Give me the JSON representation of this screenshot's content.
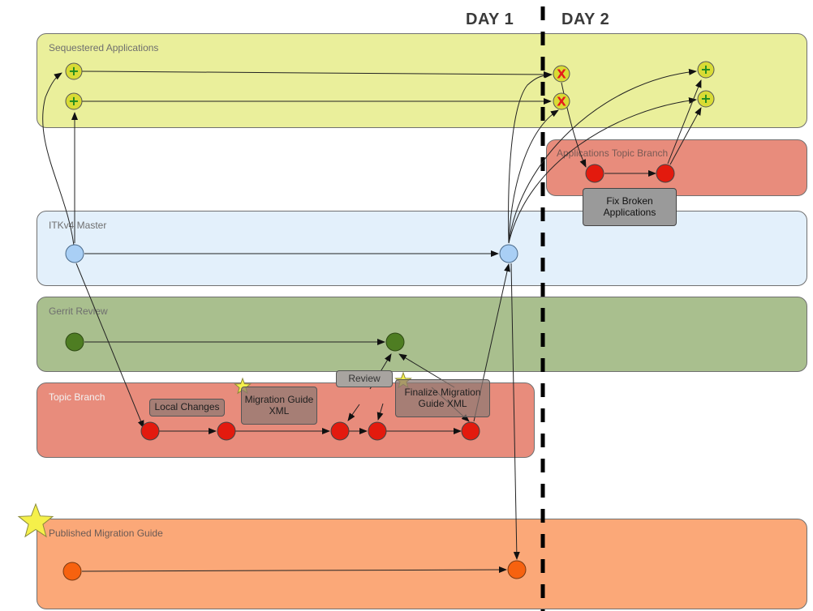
{
  "days": {
    "day1": "DAY 1",
    "day2": "DAY 2"
  },
  "lanes": {
    "sequestered": "Sequestered Applications",
    "apps_topic": "Applications Topic Branch",
    "master": "ITKv4 Master",
    "gerrit": "Gerrit Review",
    "topic": "Topic Branch",
    "published": "Published Migration Guide"
  },
  "notes": {
    "local_changes": "Local Changes",
    "migration_guide_l1": "Migration Guide",
    "migration_guide_l2": "XML",
    "review": "Review",
    "finalize_l1": "Finalize Migration",
    "finalize_l2": "Guide XML",
    "fix_l1": "Fix Broken",
    "fix_l2": "Applications"
  },
  "glyphs": {
    "plus": "+",
    "cross": "X"
  },
  "colors": {
    "sequestered": "#eaef9b",
    "apps_topic": "#e88c7c",
    "master": "#e3f0fb",
    "gerrit": "#a9bf8e",
    "topic": "#e88c7c",
    "published": "#fba878",
    "red_node": "#e31a0e",
    "blue_node": "#a9cff5",
    "green_node": "#4e7d22",
    "orange_node": "#f7620f",
    "yellow_node": "#d9db35",
    "star": "#f5f04a"
  }
}
